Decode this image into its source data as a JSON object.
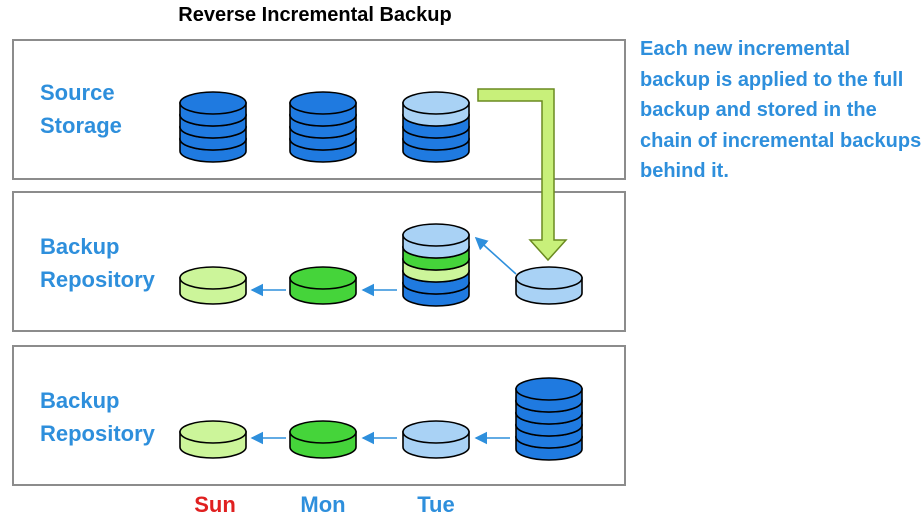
{
  "title": "Reverse Incremental Backup",
  "rows": [
    {
      "label": [
        "Source",
        "Storage"
      ]
    },
    {
      "label": [
        "Backup",
        "Repository"
      ]
    },
    {
      "label": [
        "Backup",
        "Repository"
      ]
    }
  ],
  "note": "Each new incremental backup is applied to the full backup and stored in the chain of incremental backups behind it.",
  "days": [
    {
      "label": "Sun",
      "color": "#e02020"
    },
    {
      "label": "Mon",
      "color": "#2e8fdc"
    },
    {
      "label": "Tue",
      "color": "#2e8fdc"
    }
  ],
  "colors": {
    "full_backup": "#1f7ae0",
    "tue_increment": "#a9d2f5",
    "mon_increment": "#45d43a",
    "sun_increment": "#ccf59a",
    "label_blue": "#2e8fdc",
    "arrow_green": "#c8f07a"
  }
}
